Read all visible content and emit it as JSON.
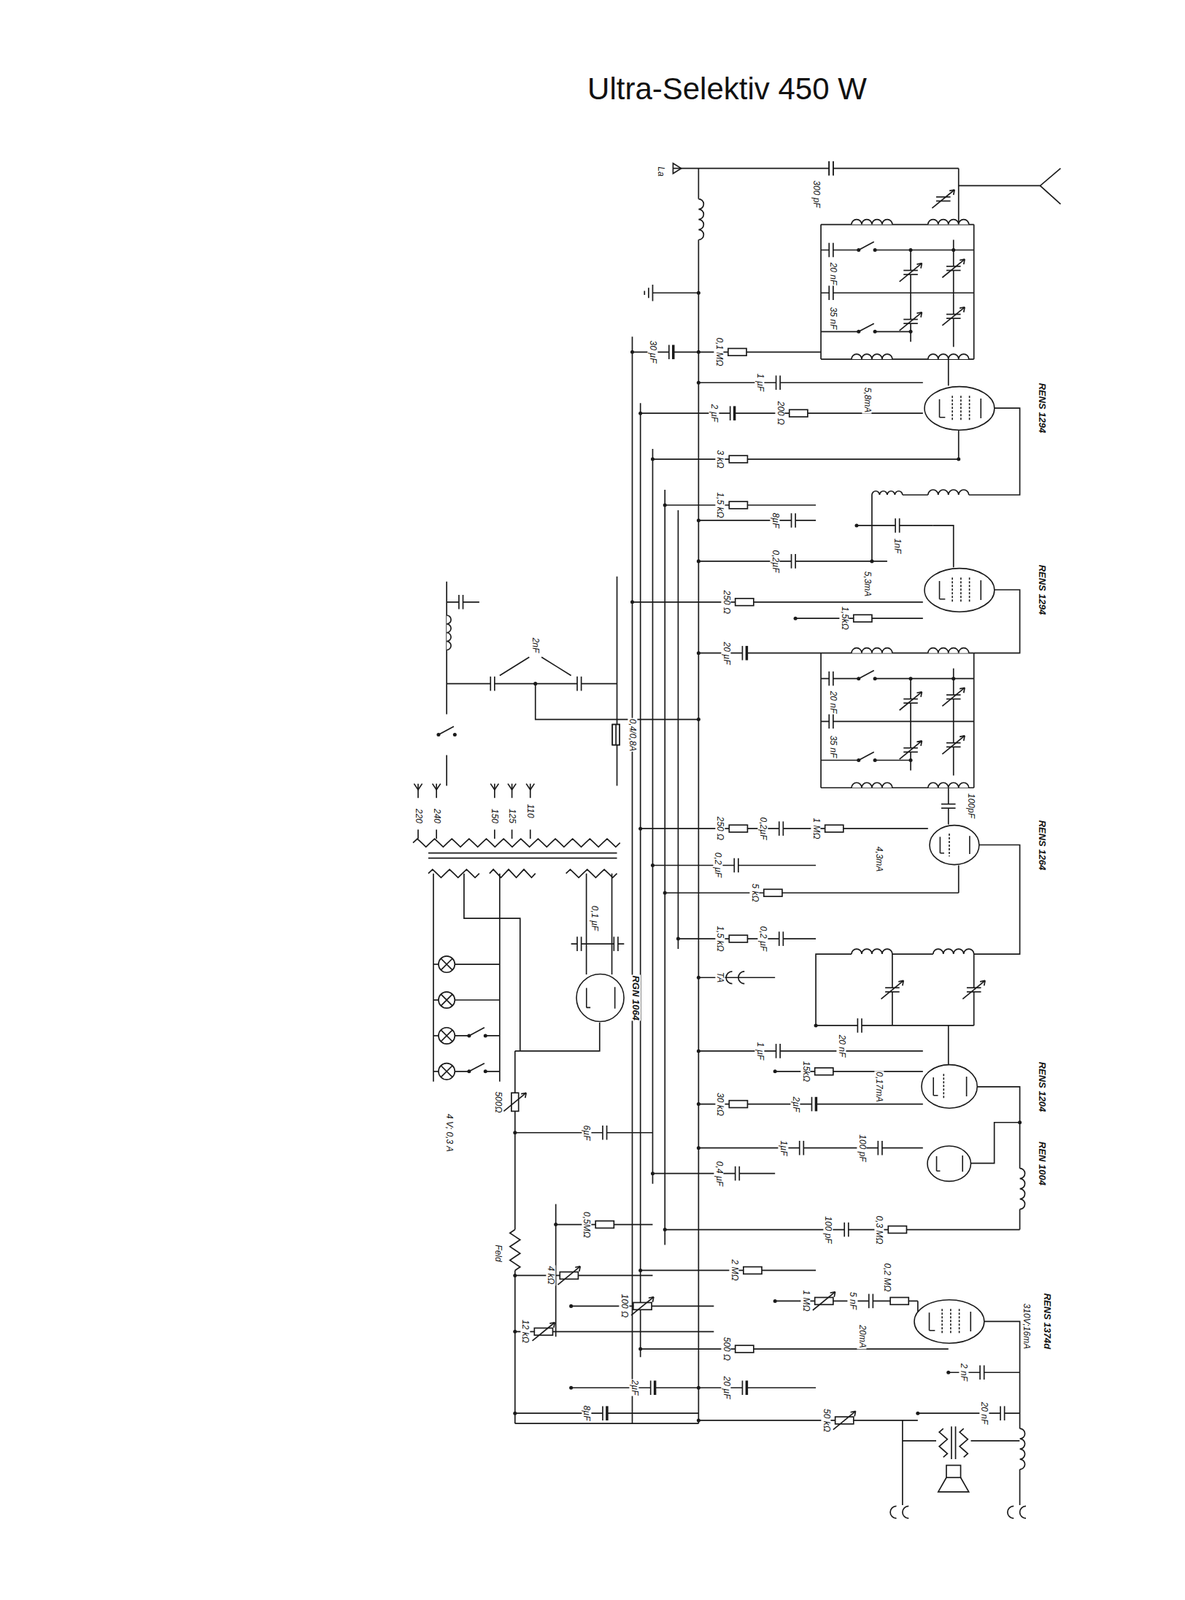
{
  "diagram": {
    "title": "Ultra-Selektiv 450 W",
    "nodes": [
      {
        "text": [
          "RENS 1294"
        ]
      },
      {
        "text": [
          "RENS 1294"
        ]
      },
      {
        "text": [
          "RENS 1264"
        ]
      },
      {
        "text": [
          "RENS 1204"
        ]
      },
      {
        "text": [
          "REN 1004"
        ]
      },
      {
        "text": [
          "RENS 1374d"
        ]
      },
      {
        "text": [
          "RGN 1064"
        ]
      }
    ],
    "labels": [
      "La",
      "300 pF",
      "20 nF",
      "35 nF",
      "0,1 MΩ",
      "30 µF",
      "1 µF",
      "200 Ω",
      "2 µF",
      "3 kΩ",
      "1,5 kΩ",
      "8µF",
      "0,2µF",
      "1nF",
      "5,8mA",
      "5,3mA",
      "250 Ω",
      "1,5kΩ",
      "20 µF",
      "20 nF",
      "35 nF",
      "100pF",
      "250 Ω",
      "0,2µF",
      "1 MΩ",
      "4,3mA",
      "0,2 µF",
      "5 kΩ",
      "1,5 kΩ",
      "0,2 µF",
      "TA",
      "20 nF",
      "1 µF",
      "15kΩ",
      "2µF",
      "30 kΩ",
      "0,17mA",
      "1µF",
      "100 pF",
      "0,4 µF",
      "100 pF",
      "0,3 MΩ",
      "0,5MΩ",
      "2 MΩ",
      "1 MΩ",
      "5 nF",
      "0,2 MΩ",
      "4 kΩ",
      "100 Ω",
      "12 kΩ",
      "20mA",
      "310V;16mA",
      "500 Ω",
      "20 µF",
      "2µF",
      "8µF",
      "2 nF",
      "20 nF",
      "50 kΩ",
      "Feld",
      "6µF",
      "500Ω",
      "4 V; 0,3 A",
      "0,4/0,8A",
      "2nF",
      "220",
      "240",
      "150",
      "125",
      "110",
      "0,1 µF"
    ]
  }
}
